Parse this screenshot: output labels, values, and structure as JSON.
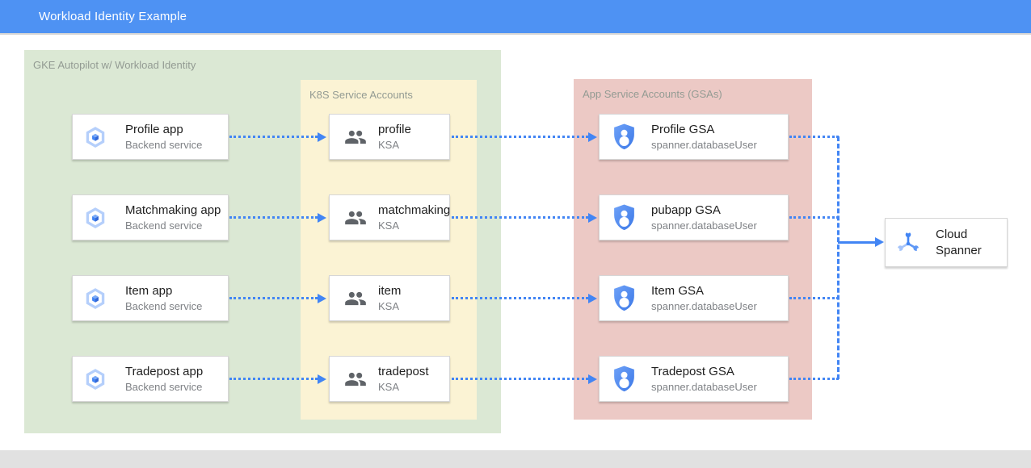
{
  "header": {
    "title": "Workload Identity Example"
  },
  "zones": {
    "gke": {
      "label": "GKE Autopilot w/ Workload Identity"
    },
    "ksa": {
      "label": "K8S Service Accounts"
    },
    "gsa": {
      "label": "App Service Accounts (GSAs)"
    }
  },
  "apps": [
    {
      "title": "Profile app",
      "subtitle": "Backend service"
    },
    {
      "title": "Matchmaking app",
      "subtitle": "Backend service"
    },
    {
      "title": "Item app",
      "subtitle": "Backend service"
    },
    {
      "title": "Tradepost app",
      "subtitle": "Backend service"
    }
  ],
  "ksas": [
    {
      "title": "profile",
      "subtitle": "KSA"
    },
    {
      "title": "matchmaking",
      "subtitle": "KSA"
    },
    {
      "title": "item",
      "subtitle": "KSA"
    },
    {
      "title": "tradepost",
      "subtitle": "KSA"
    }
  ],
  "gsas": [
    {
      "title": "Profile GSA",
      "subtitle": "spanner.databaseUser"
    },
    {
      "title": "pubapp GSA",
      "subtitle": "spanner.databaseUser"
    },
    {
      "title": "Item GSA",
      "subtitle": "spanner.databaseUser"
    },
    {
      "title": "Tradepost GSA",
      "subtitle": "spanner.databaseUser"
    }
  ],
  "spanner": {
    "title": "Cloud Spanner"
  },
  "colors": {
    "header_blue": "#4e92f3",
    "zone_green": "#dbe8d4",
    "zone_yellow": "#fbf3d4",
    "zone_pink": "#ecc9c5",
    "arrow_blue": "#4285f4",
    "title_text": "#212121",
    "subtitle_text": "#7f8286",
    "zone_label_text": "#939b93",
    "footer_gray": "#e1e1e1",
    "icon_people_gray": "#5f6368",
    "icon_shield_blue": "#4285f4",
    "icon_gke_light_blue": "#b5cffb"
  },
  "icons": {
    "app": "gke-hexagon-icon",
    "ksa": "people-group-icon",
    "gsa": "shield-person-icon",
    "spanner": "spanner-wrench-icon"
  }
}
